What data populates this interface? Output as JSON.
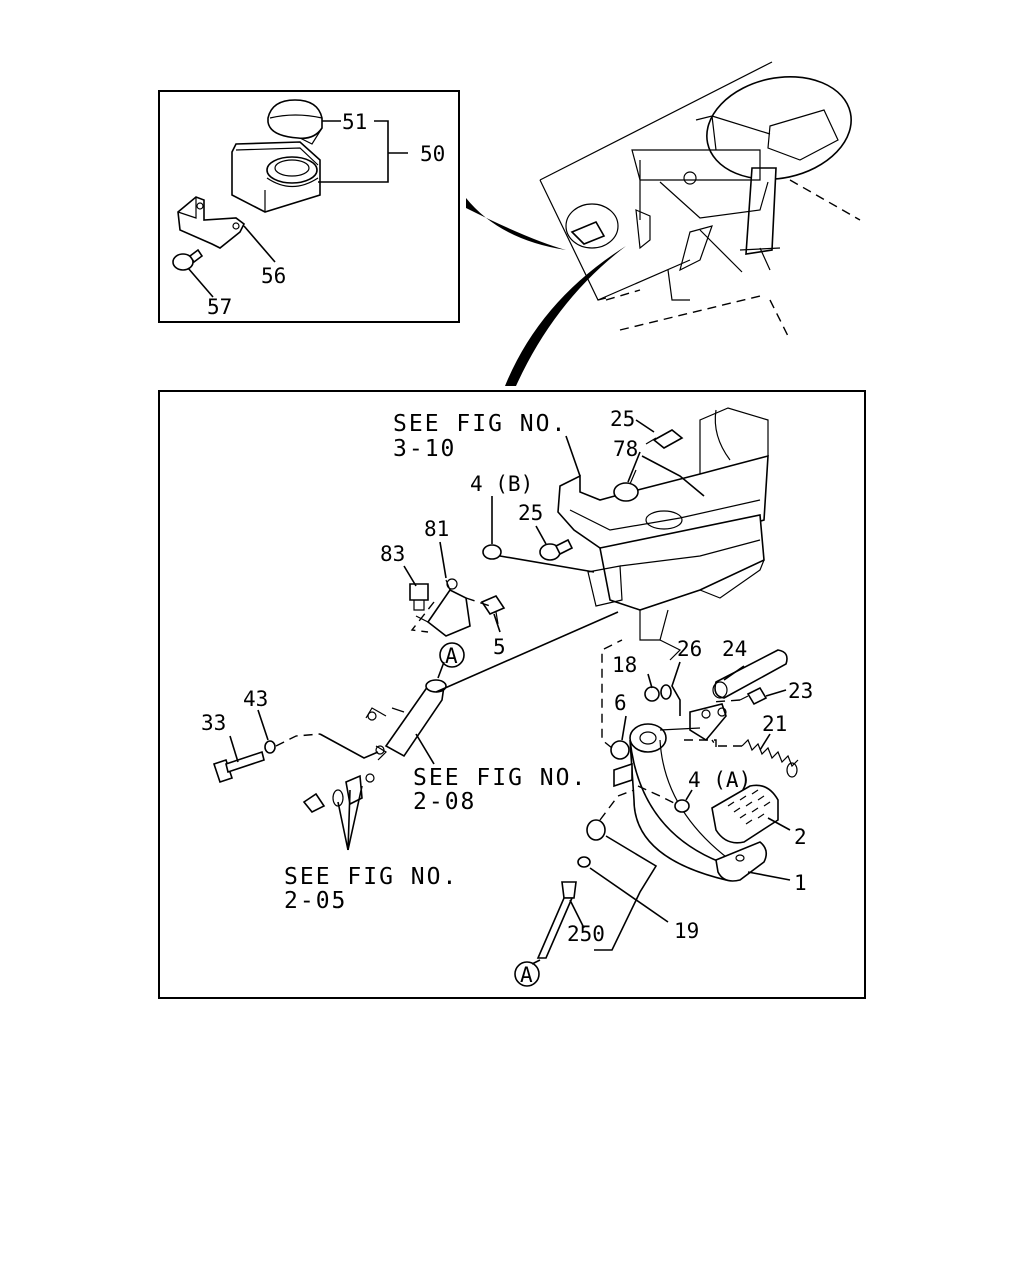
{
  "callouts": {
    "c51": "51",
    "c50": "50",
    "c56": "56",
    "c57": "57",
    "c25a": "25",
    "c78": "78",
    "c4b": "4 (B)",
    "c25b": "25",
    "c81": "81",
    "c83": "83",
    "c5": "5",
    "cA1": "A",
    "c43": "43",
    "c33": "33",
    "c18": "18",
    "c26": "26",
    "c24": "24",
    "c23": "23",
    "c6": "6",
    "c21": "21",
    "c4a": "4 (A)",
    "c2": "2",
    "c1": "1",
    "c19": "19",
    "c250": "250",
    "cA2": "A"
  },
  "references": {
    "fig310_line1": "SEE FIG NO.",
    "fig310_line2": "3-10",
    "fig208_line1": "SEE FIG NO.",
    "fig208_line2": "2-08",
    "fig205_line1": "SEE FIG NO.",
    "fig205_line2": "2-05"
  },
  "colors": {
    "ink": "#000000",
    "paper": "#ffffff"
  }
}
